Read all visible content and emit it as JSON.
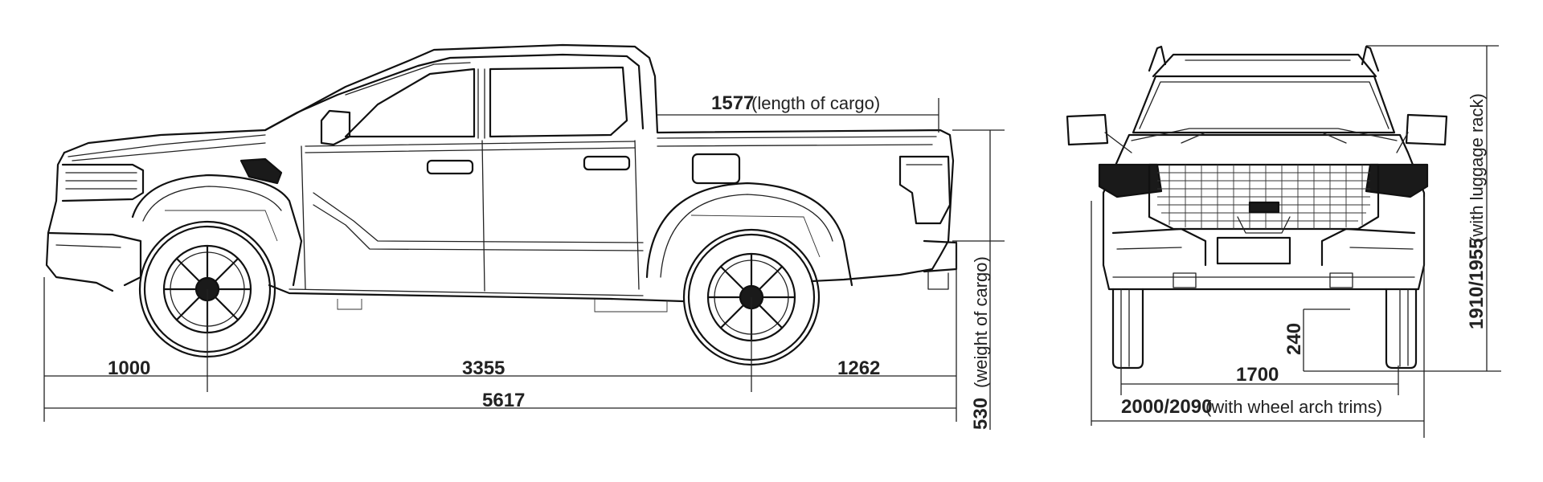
{
  "side_view": {
    "length_of_cargo": {
      "value": "1577",
      "note": "(length of cargo)"
    },
    "front_overhang": "1000",
    "wheelbase": "3355",
    "rear_overhang": "1262",
    "overall_length": "5617",
    "weight_of_cargo": {
      "value": "530",
      "note": "(weight of cargo)"
    }
  },
  "front_view": {
    "height": {
      "value": "1910/1955",
      "note": "(with luggage rack)"
    },
    "ground_clearance": "240",
    "track": "1700",
    "width": {
      "value": "2000/2090",
      "note": "(with wheel arch trims)"
    }
  }
}
